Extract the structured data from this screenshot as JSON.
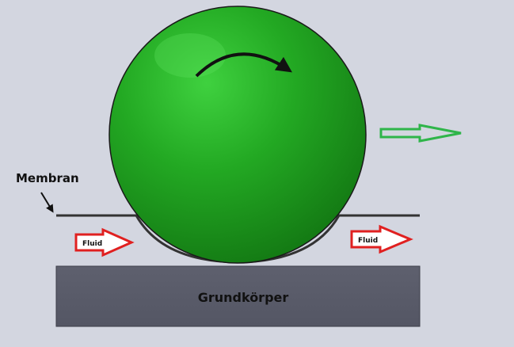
{
  "labels": {
    "membrane": "Membran",
    "fluid_left": "Fluid",
    "fluid_right": "Fluid",
    "base": "Grundkörper"
  },
  "colors": {
    "background": "#d3d6e0",
    "sphere": "#1f9a1f",
    "sphere_outline": "#1a1a1a",
    "base_fill": "#5a5c6a",
    "membrane_line": "#333333",
    "fluid_arrow": "#e02020",
    "motion_arrow": "#2fb54a",
    "rotation_arrow": "#111111"
  },
  "icons": {
    "rotation": "curved-rotation-arrow-icon",
    "motion": "outline-right-arrow-icon",
    "fluid": "red-outline-right-arrow-icon"
  }
}
